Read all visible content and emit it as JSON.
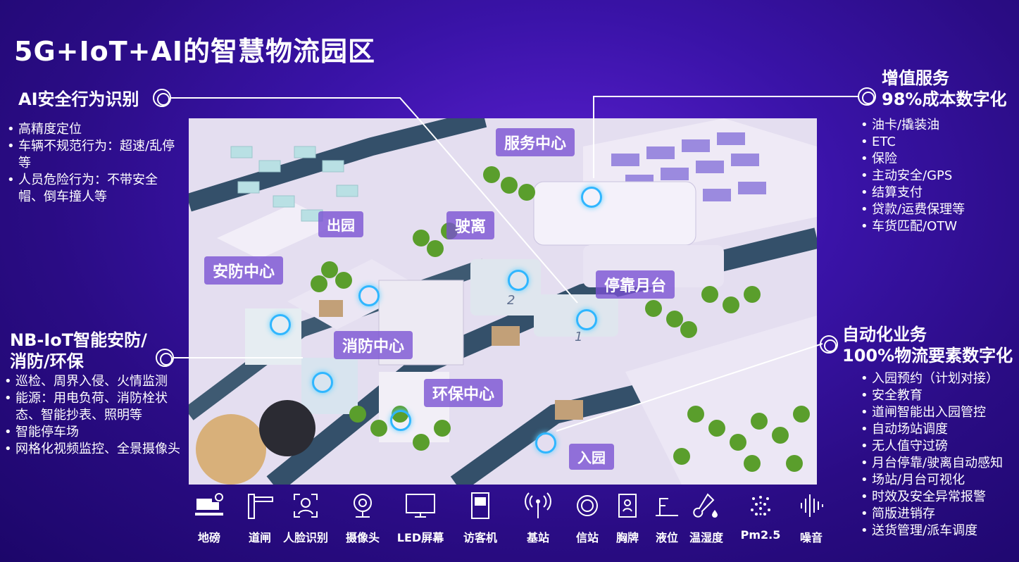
{
  "title": "5G+IoT+AI的智慧物流园区",
  "left_top": {
    "heading": "AI安全行为识别",
    "items": [
      "高精度定位",
      "车辆不规范行为：超速/乱停等",
      "人员危险行为：不带安全帽、倒车撞人等"
    ]
  },
  "left_bottom": {
    "heading_1": "NB-IoT智能安防/",
    "heading_2": "消防/环保",
    "items": [
      "巡检、周界入侵、火情监测",
      "能源：用电负荷、消防栓状态、智能抄表、照明等",
      "智能停车场",
      "网格化视频监控、全景摄像头"
    ]
  },
  "right_top": {
    "heading_1": "增值服务",
    "heading_2": "98%成本数字化",
    "items": [
      "油卡/撬装油",
      "ETC",
      "保险",
      "主动安全/GPS",
      "结算支付",
      "贷款/运费保理等",
      "车货匹配/OTW"
    ]
  },
  "right_bottom": {
    "heading_1": "自动化业务",
    "heading_2": "100%物流要素数字化",
    "items": [
      "入园预约（计划对接）",
      "安全教育",
      "道闸智能出入园管控",
      "自动场站调度",
      "无人值守过磅",
      "月台停靠/驶离自动感知",
      "场站/月台可视化",
      "时效及安全异常报警",
      "简版进销存",
      "送货管理/派车调度"
    ]
  },
  "scene": {
    "service_center": "服务中心",
    "depart": "驶离",
    "exit": "出园",
    "security_center": "安防中心",
    "dock": "停靠月台",
    "fire_center": "消防中心",
    "env_center": "环保中心",
    "entry": "入园",
    "num_1": "1",
    "num_2": "2"
  },
  "icons": [
    {
      "icon": "truck-scale-icon",
      "label": "地磅"
    },
    {
      "icon": "gate-icon",
      "label": "道闸"
    },
    {
      "icon": "face-recognition-icon",
      "label": "人脸识别"
    },
    {
      "icon": "camera-icon",
      "label": "摄像头"
    },
    {
      "icon": "led-screen-icon",
      "label": "LED屏幕"
    },
    {
      "icon": "visitor-machine-icon",
      "label": "访客机"
    },
    {
      "icon": "base-station-icon",
      "label": "基站"
    },
    {
      "icon": "beacon-icon",
      "label": "信站"
    },
    {
      "icon": "badge-icon",
      "label": "胸牌"
    },
    {
      "icon": "liquid-level-icon",
      "label": "液位"
    },
    {
      "icon": "thermometer-icon",
      "label": "温湿度"
    },
    {
      "icon": "pm25-icon",
      "label": "Pm2.5"
    },
    {
      "icon": "noise-icon",
      "label": "噪音"
    }
  ]
}
